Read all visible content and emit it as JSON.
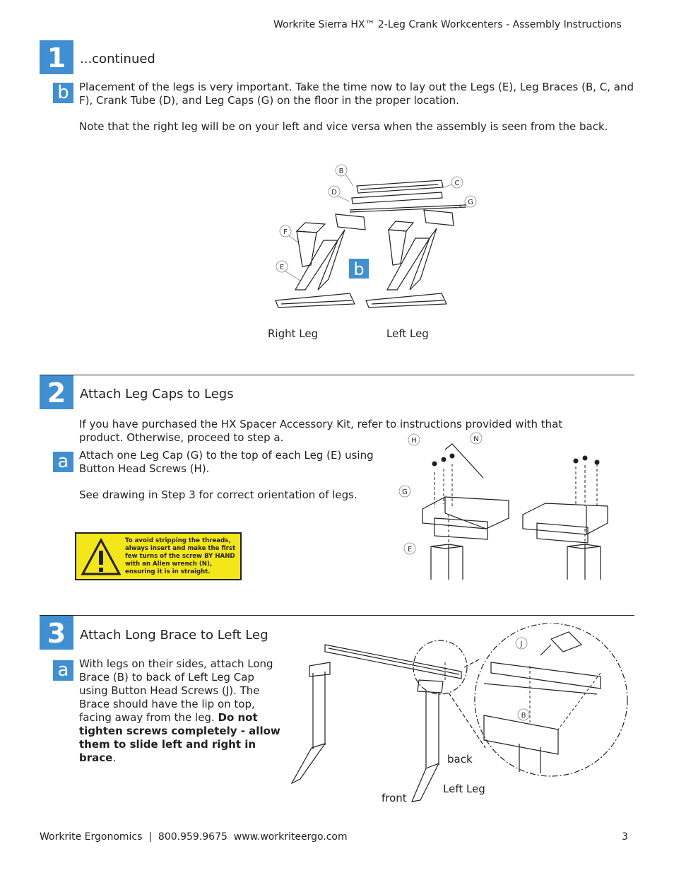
{
  "header": {
    "title": "Workrite Sierra HX™ 2-Leg Crank Workcenters - Assembly Instructions"
  },
  "step1": {
    "number": "1",
    "title": "...continued",
    "sub_letter": "b",
    "para1": "Placement of the legs is very important. Take the time now to lay out the Legs (E), Leg Braces (B, C, and F), Crank Tube (D), and Leg Caps (G) on the floor in the proper location.",
    "para2": "Note that the right leg will be on your left and vice versa when the assembly is seen from the back.",
    "figure": {
      "badge": "b",
      "callouts": [
        "B",
        "C",
        "D",
        "G",
        "F",
        "E"
      ],
      "right_leg_label": "Right Leg",
      "left_leg_label": "Left Leg"
    }
  },
  "step2": {
    "number": "2",
    "title": "Attach Leg Caps to Legs",
    "intro": "If you have purchased the HX Spacer Accessory Kit, refer to instructions provided with that product. Otherwise, proceed to step a.",
    "sub_letter": "a",
    "para1": "Attach one Leg Cap (G) to the top of each Leg (E) using Button Head Screws (H).",
    "para2": "See drawing in Step 3 for correct orientation of legs.",
    "warning": "To avoid stripping the threads, always insert and make the first few turns of the screw BY HAND with an Allen wrench (N), ensuring it is in straight.",
    "figure": {
      "callouts": [
        "H",
        "N",
        "G",
        "E"
      ]
    }
  },
  "step3": {
    "number": "3",
    "title": "Attach Long Brace to Left Leg",
    "sub_letter": "a",
    "para_plain": "With legs on their sides, attach Long Brace (B) to back of Left Leg Cap using Button Head Screws (J). The Brace should have the lip on top, facing away from the leg. ",
    "para_bold": "Do not tighten screws completely - allow them to slide left and right in brace",
    "para_end": ".",
    "figure": {
      "callouts": [
        "J",
        "B"
      ],
      "back_label": "back",
      "left_leg_label": "Left Leg",
      "front_label": "front"
    }
  },
  "footer": {
    "left": "Workrite Ergonomics  |  800.959.9675  www.workriteergo.com",
    "page": "3"
  }
}
